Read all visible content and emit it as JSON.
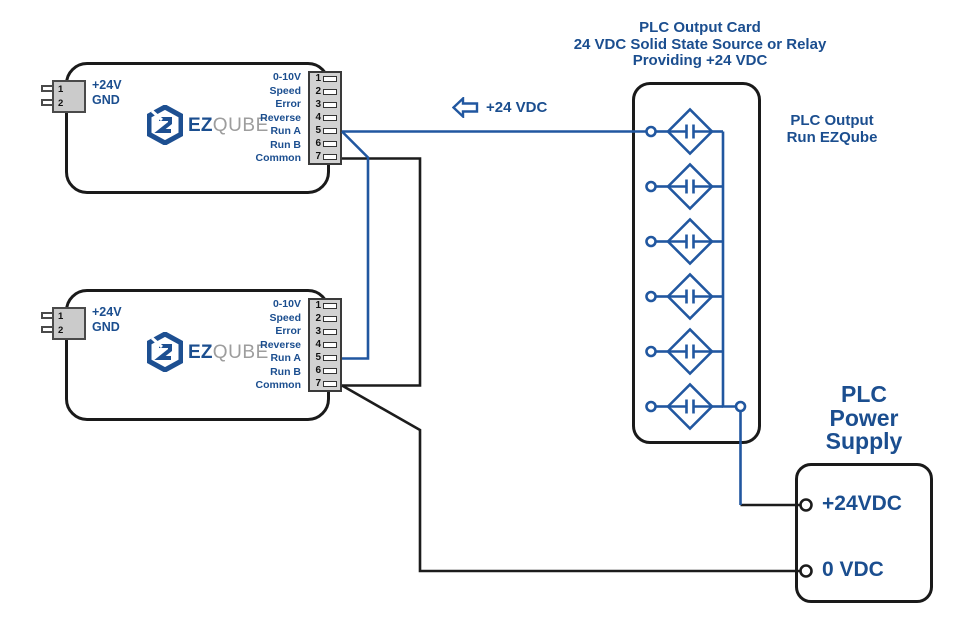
{
  "diagram": {
    "colors": {
      "blue_text": "#1b4e8f",
      "blue_wire": "#2157a0",
      "black_wire": "#1c1c1c"
    },
    "plc_card": {
      "title_line1": "PLC Output Card",
      "title_line2": "24 VDC Solid State Source or Relay",
      "title_line3": "Providing +24 VDC",
      "side_label_line1": "PLC Output",
      "side_label_line2": "Run EZQube",
      "output_count": 6
    },
    "wire_label": {
      "icon": "left-arrow",
      "text": "+24 VDC"
    },
    "power_supply": {
      "title_line1": "PLC",
      "title_line2": "Power",
      "title_line3": "Supply",
      "terminal_24v": "+24VDC",
      "terminal_0v": "0 VDC"
    },
    "ezqube": {
      "brand_bold": "EZ",
      "brand_light": "QUBE",
      "power_pin1": "1",
      "power_pin2": "2",
      "power_label1": "+24V",
      "power_label2": "GND",
      "terminal_pins": [
        "1",
        "2",
        "3",
        "4",
        "5",
        "6",
        "7"
      ],
      "terminal_labels": [
        "0-10V",
        "Speed",
        "Error",
        "Reverse",
        "Run A",
        "Run B",
        "Common"
      ]
    },
    "connections": [
      {
        "wire": "blue",
        "from": "PLC output card terminal 1",
        "to": "Run A (pin 5) of both EZQube units",
        "signal": "+24 VDC"
      },
      {
        "wire": "black",
        "from": "Common (pin 7) of both EZQube units",
        "to": "PLC Power Supply 0 VDC"
      },
      {
        "wire": "blue",
        "from": "PLC output card common terminal",
        "to": "PLC Power Supply +24VDC"
      }
    ]
  }
}
